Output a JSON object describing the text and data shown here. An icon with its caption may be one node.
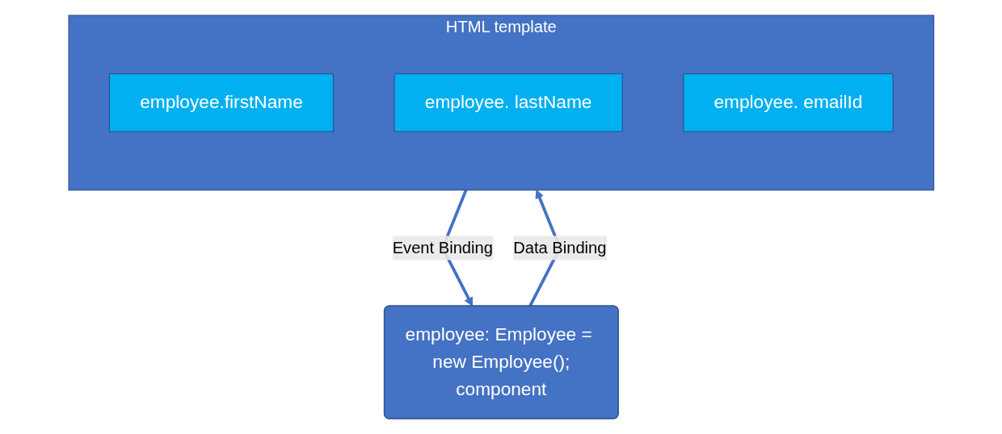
{
  "diagram": {
    "nodes": [
      {
        "text": [
          "HTML template"
        ]
      },
      {
        "text": [
          "employee.firstName"
        ],
        "in": 0
      },
      {
        "text": [
          "employee. lastName"
        ],
        "in": 0
      },
      {
        "text": [
          "employee. emailId"
        ],
        "in": 0
      },
      {
        "text": [
          "employee: Employee = new Employee();",
          "component"
        ]
      }
    ],
    "edges": [
      {
        "from": 4,
        "to": 0,
        "arrow": "to",
        "label": "Data Binding"
      },
      {
        "from": 0,
        "to": 4,
        "arrow": "to",
        "label": "Event Binding"
      }
    ]
  }
}
